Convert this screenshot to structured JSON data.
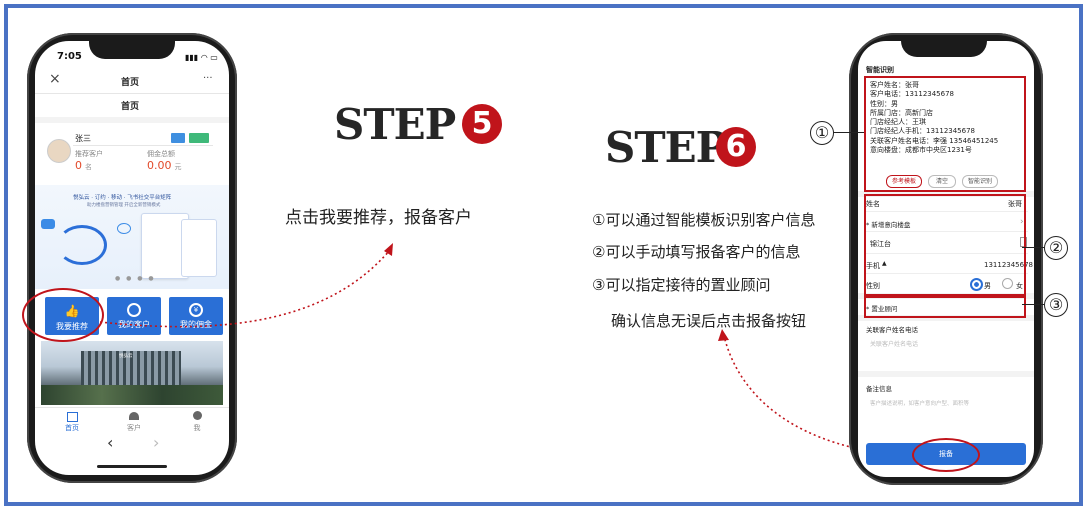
{
  "phone1": {
    "status_time": "7:05",
    "close_icon": "×",
    "nav_title": "首页",
    "more_icon": "···",
    "page_heading": "首页",
    "user_name": "张三",
    "stat_left_label": "推荐客户",
    "stat_left_value": "0",
    "stat_left_unit": "名",
    "stat_right_label": "佣金总额",
    "stat_right_value": "0.00",
    "stat_right_unit": "元",
    "banner_text": "悦弘云 · 订约 · 移动 · 飞书社交平台矩阵",
    "banner_subtext": "助力楼盘营销管理  开启全新营销模式",
    "btn_recommend": "我要推荐",
    "btn_customers": "我的客户",
    "btn_commission": "我的佣金",
    "commission_symbol": "¥",
    "building_sign": "悦弘云",
    "tab_home": "首页",
    "tab_customer": "客户",
    "tab_me": "我",
    "back_icon": "‹",
    "forward_icon": "›"
  },
  "step5": {
    "word": "STEP",
    "number": "5",
    "description": "点击我要推荐，报备客户"
  },
  "step6": {
    "word": "STEP",
    "number": "6",
    "line1": "①可以通过智能模板识别客户信息",
    "line2": "②可以手动填写报备客户的信息",
    "line3": "③可以指定接待的置业顾问",
    "line4": "确认信息无误后点击报备按钮"
  },
  "phone2": {
    "section_title": "智能识别",
    "info_lines": [
      "客户姓名：张哥",
      "客户电话：13112345678",
      "性别：男",
      "所属门店：高新门店",
      "门店经纪人：王琪",
      "门店经纪人手机：13112345678",
      "关联客户姓名电话：李强 13546451245",
      "意向楼盘：成都市中央区1231号"
    ],
    "pill_template": "参考模板",
    "pill_clear": "清空",
    "pill_recognize": "智能识别",
    "name_label": "姓名",
    "name_value": "张哥",
    "intent_label": "* 新增意向楼盘",
    "project_value": "锦江台",
    "phone_label": "手机",
    "phone_value": "13112345678",
    "gender_label": "性别",
    "gender_male": "男",
    "gender_female": "女",
    "consultant_label": "* 置业顾问",
    "related_label": "关联客户姓名电话",
    "related_placeholder": "关联客户姓名电话",
    "remark_label": "备注信息",
    "remark_placeholder": "客户描述说明，如客户意向户型、面积等",
    "submit_label": "报备"
  },
  "callouts": [
    "①",
    "②",
    "③"
  ],
  "colors": {
    "frame": "#4a72c4",
    "accent_red": "#c0141b",
    "button_blue": "#2a6fd6"
  }
}
